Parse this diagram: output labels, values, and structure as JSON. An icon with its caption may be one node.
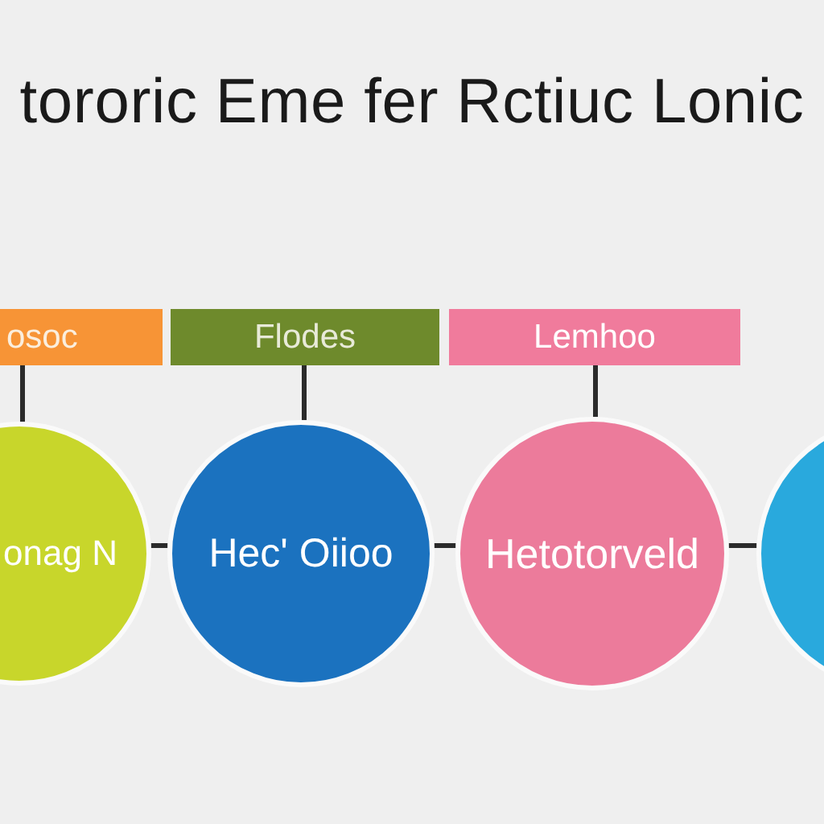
{
  "diagram": {
    "title": "tororic Eme fer Rctiuc Lonic",
    "nodes": [
      {
        "text": [
          "osoc"
        ]
      },
      {
        "text": [
          "Flodes"
        ]
      },
      {
        "text": [
          "Lemhoo"
        ]
      },
      {
        "text": [
          "onag N"
        ]
      },
      {
        "text": [
          "Hec' Oiioo"
        ]
      },
      {
        "text": [
          "Hetotorveld"
        ]
      },
      {
        "text": [],
        "shape": "circle"
      }
    ],
    "edges": [
      {
        "from": 0,
        "to": 3,
        "arrow": "none"
      },
      {
        "from": 1,
        "to": 4,
        "arrow": "none"
      },
      {
        "from": 2,
        "to": 5,
        "arrow": "none"
      },
      {
        "from": 3,
        "to": 4,
        "arrow": "none"
      },
      {
        "from": 4,
        "to": 5,
        "arrow": "none"
      },
      {
        "from": 5,
        "to": 6,
        "arrow": "none"
      }
    ]
  }
}
